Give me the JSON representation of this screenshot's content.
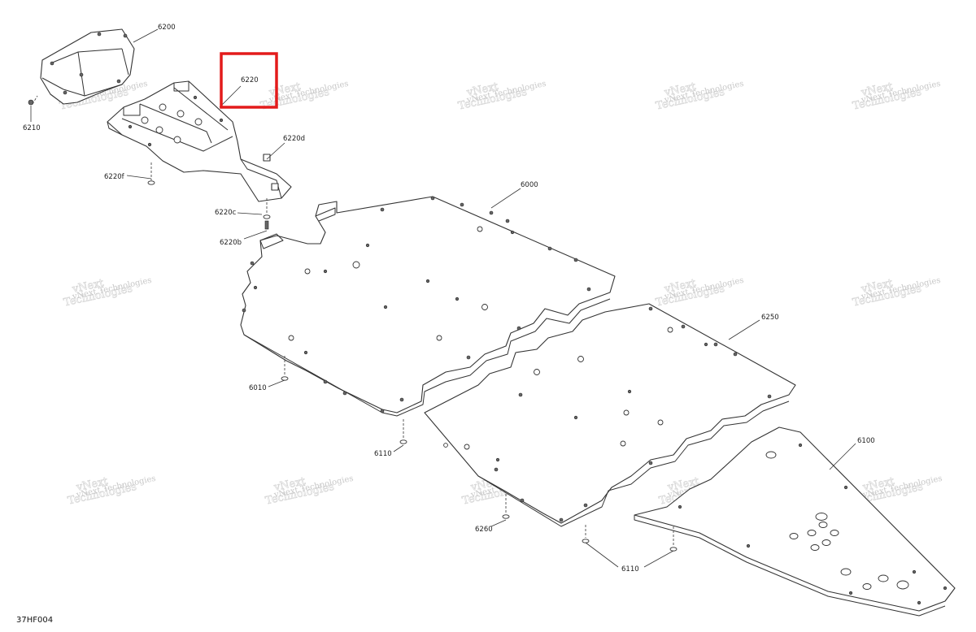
{
  "diagram_ref": "37HF004",
  "watermark": {
    "line1": "vNext",
    "line2": "Technologies",
    "full": "vNext Technologies"
  },
  "callouts": {
    "p6200": "6200",
    "p6210": "6210",
    "p6220": "6220",
    "p6220d": "6220d",
    "p6220f": "6220f",
    "p6220c": "6220c",
    "p6220b": "6220b",
    "p6000": "6000",
    "p6010": "6010",
    "p6110a": "6110",
    "p6250": "6250",
    "p6260": "6260",
    "p6100": "6100",
    "p6110b": "6110"
  },
  "highlight": {
    "target": "6220",
    "color": "#e31b1b"
  }
}
